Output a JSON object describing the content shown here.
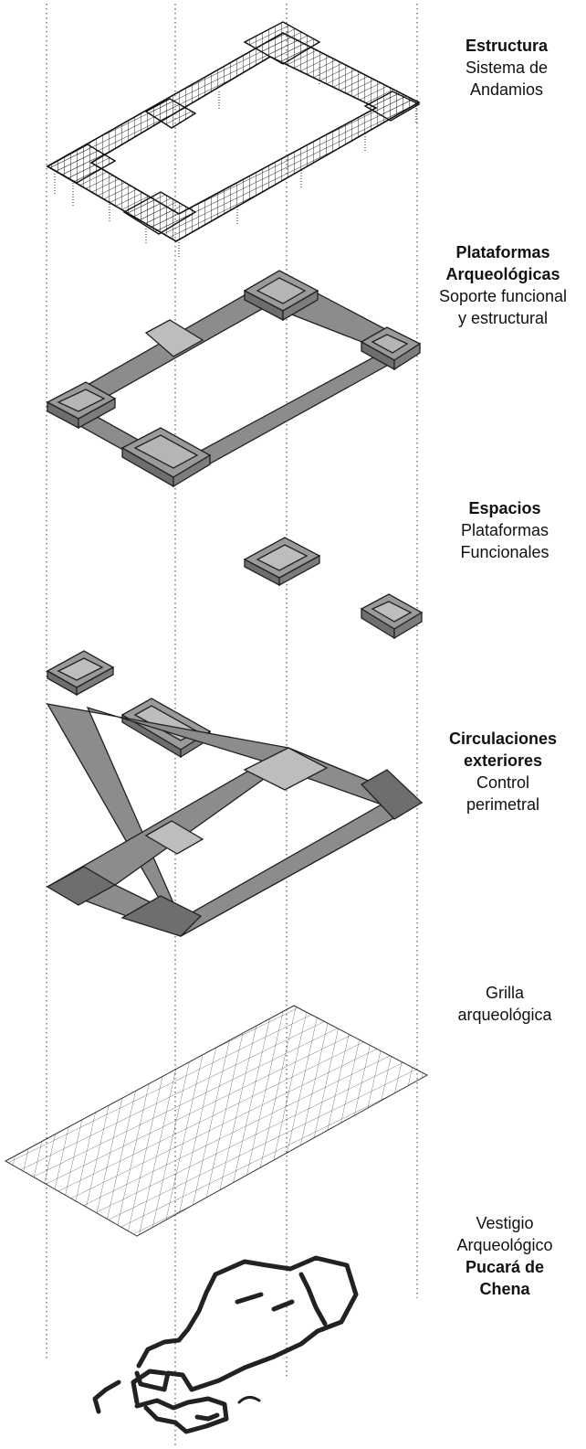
{
  "layers": [
    {
      "id": "estructura",
      "lines": [
        {
          "text": "Estructura",
          "bold": true
        },
        {
          "text": "Sistema de",
          "bold": false
        },
        {
          "text": "Andamios",
          "bold": false
        }
      ]
    },
    {
      "id": "plataformas",
      "lines": [
        {
          "text": "Plataformas",
          "bold": true
        },
        {
          "text": "Arqueológicas",
          "bold": true
        },
        {
          "text": "Soporte funcional",
          "bold": false
        },
        {
          "text": "y estructural",
          "bold": false
        }
      ]
    },
    {
      "id": "espacios",
      "lines": [
        {
          "text": "Espacios",
          "bold": true
        },
        {
          "text": "Plataformas",
          "bold": false
        },
        {
          "text": "Funcionales",
          "bold": false
        }
      ]
    },
    {
      "id": "circulaciones",
      "lines": [
        {
          "text": "Circulaciones",
          "bold": true
        },
        {
          "text": "exteriores",
          "bold": true
        },
        {
          "text": "Control",
          "bold": false
        },
        {
          "text": "perimetral",
          "bold": false
        }
      ]
    },
    {
      "id": "grilla",
      "lines": [
        {
          "text": "Grilla",
          "bold": false
        },
        {
          "text": "arqueológica",
          "bold": false
        }
      ]
    },
    {
      "id": "vestigio",
      "lines": [
        {
          "text": "Vestigio",
          "bold": false
        },
        {
          "text": "Arqueológico",
          "bold": false
        },
        {
          "text": "Pucará de",
          "bold": true
        },
        {
          "text": "Chena",
          "bold": true
        }
      ]
    }
  ],
  "colors": {
    "slab": "#8c8c8c",
    "slab_dark": "#6e6e6e",
    "pad": "#bdbdbd",
    "line": "#222222",
    "guide": "#555555"
  }
}
